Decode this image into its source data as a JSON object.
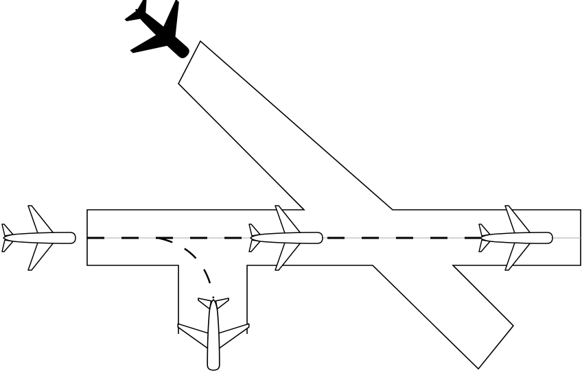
{
  "diagram": {
    "colors": {
      "background": "#ffffff",
      "outline": "#000000",
      "centerline": "#aaaaaa",
      "plane_fill": "#ffffff",
      "approaching_plane_fill": "#000000"
    },
    "icons": [
      "airplane-icon"
    ],
    "elements": [
      "runway-horizontal",
      "runway-diagonal",
      "taxiway",
      "taxi-path-dashed",
      "airplane-approaching",
      "airplane-left",
      "airplane-center",
      "airplane-right",
      "airplane-taxiway"
    ]
  }
}
